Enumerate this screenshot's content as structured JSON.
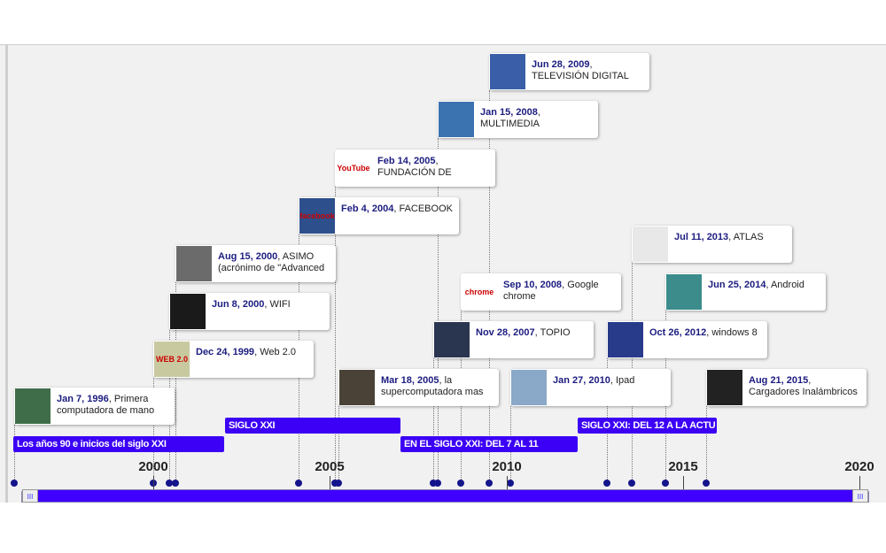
{
  "events": [
    {
      "date": "Jan 7, 1996",
      "text": "Primera computadora de mano",
      "color": "#3f6d4a"
    },
    {
      "date": "Dec 24, 1999",
      "text": "Web 2.0",
      "color": "#c9c9a0",
      "thumb_text": "WEB 2.0"
    },
    {
      "date": "Jun 8, 2000",
      "text": "WIFI",
      "color": "#1a1a1a"
    },
    {
      "date": "Aug 15, 2000",
      "text": "ASIMO (acrónimo de \"Advanced",
      "color": "#6b6b6b"
    },
    {
      "date": "Feb 4, 2004",
      "text": "FACEBOOK",
      "color": "#2d4f8c",
      "thumb_text": "facebook"
    },
    {
      "date": "Feb 14, 2005",
      "text": "FUNDACIÓN DE",
      "color": "#ffffff",
      "thumb_text": "YouTube"
    },
    {
      "date": "Mar 18, 2005",
      "text": "la supercomputadora mas",
      "color": "#4a4236"
    },
    {
      "date": "Nov 28, 2007",
      "text": "TOPIO",
      "color": "#2a3550"
    },
    {
      "date": "Jan 15, 2008",
      "text": "MULTIMEDIA",
      "color": "#3b72b0"
    },
    {
      "date": "Sep 10, 2008",
      "text": "Google chrome",
      "color": "#ffffff",
      "thumb_text": "chrome"
    },
    {
      "date": "Jun 28, 2009",
      "text": "TELEVISIÓN DIGITAL",
      "color": "#3a5fa8"
    },
    {
      "date": "Jan 27, 2010",
      "text": "Ipad",
      "color": "#8aa8c8"
    },
    {
      "date": "Oct 26, 2012",
      "text": "windows 8",
      "color": "#283a8a"
    },
    {
      "date": "Jul 11, 2013",
      "text": "ATLAS",
      "color": "#e8e8e8"
    },
    {
      "date": "Jun 25, 2014",
      "text": "Android",
      "color": "#3c8c8c"
    },
    {
      "date": "Aug 21, 2015",
      "text": "Cargadores Inalámbricos",
      "color": "#222222"
    }
  ],
  "eras": [
    "Los años 90 e inicios del siglo XXI",
    "SIGLO XXI",
    "EN EL SIGLO XXI: DEL 7 AL 11",
    "SIGLO XXI: DEL 12 A LA ACTU"
  ],
  "years": [
    "2000",
    "2005",
    "2010",
    "2015",
    "2020"
  ],
  "slider": {
    "handle_label": "III"
  }
}
